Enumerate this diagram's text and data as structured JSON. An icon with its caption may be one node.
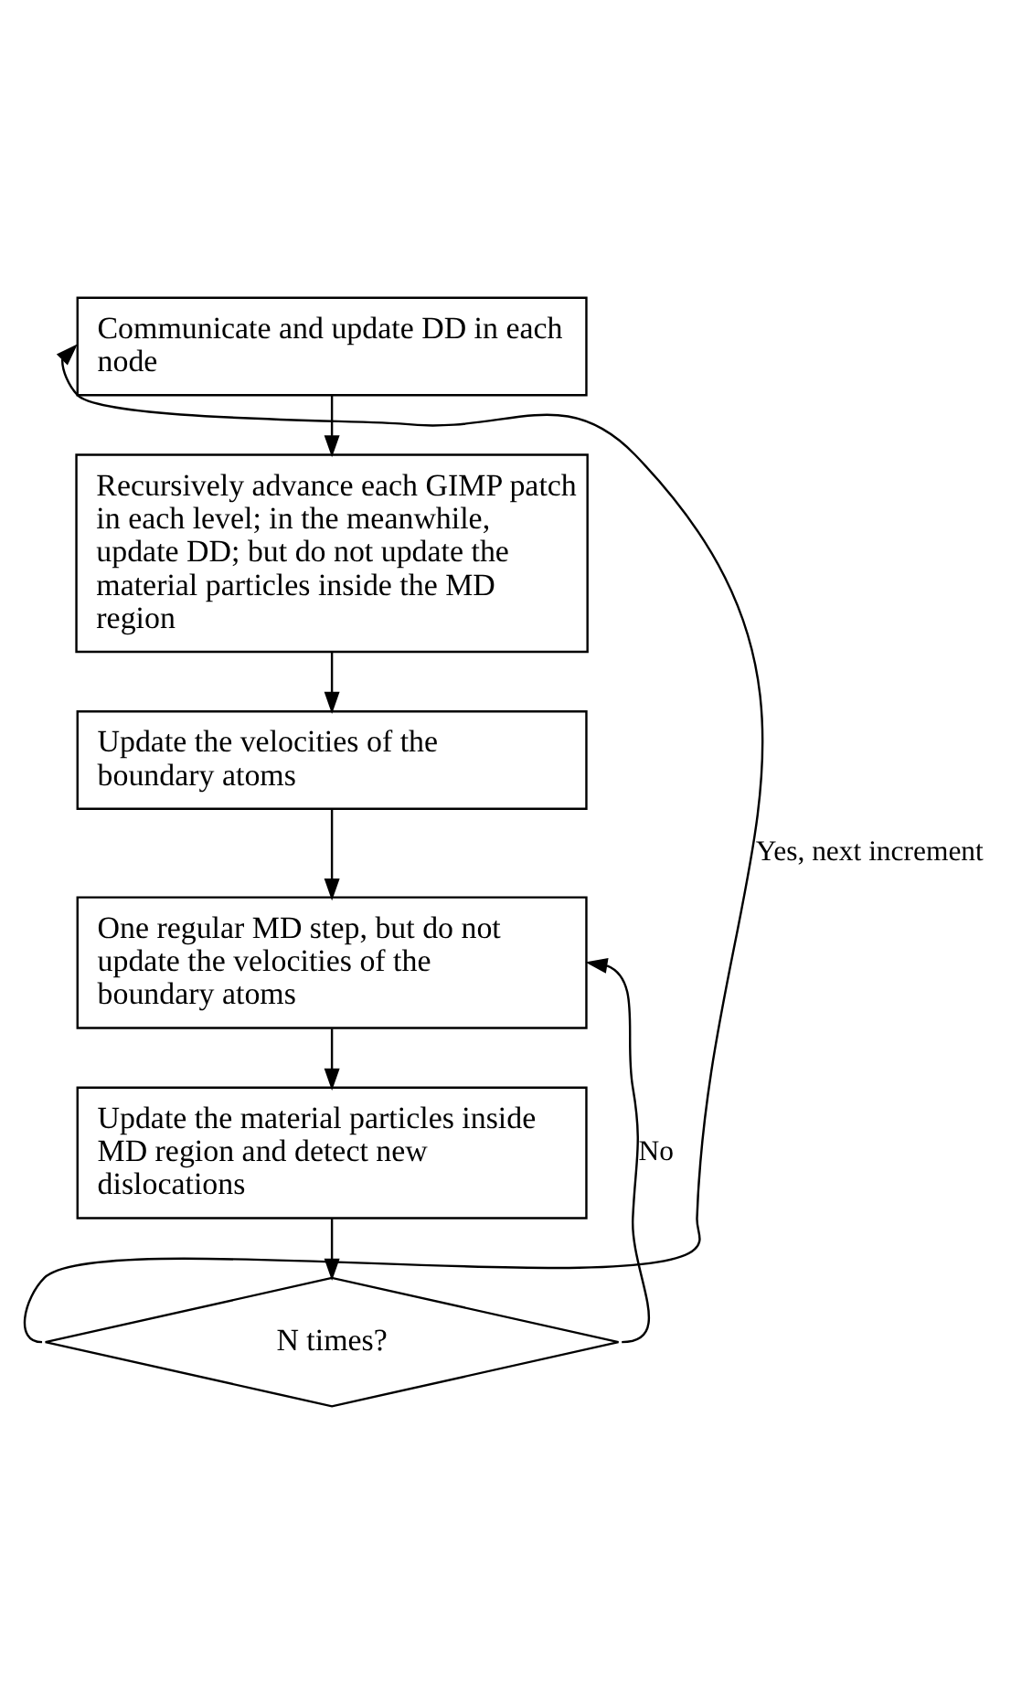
{
  "diagram": {
    "nodes": [
      {
        "text": [
          "Communicate and update DD in each node"
        ]
      },
      {
        "text": [
          "Recursively advance each GIMP patch in each level; in the meanwhile, update DD; but do not update the material particles inside the MD region"
        ]
      },
      {
        "text": [
          "Update the velocities of the boundary atoms"
        ]
      },
      {
        "text": [
          "One regular MD step, but do not update the velocities of the boundary atoms"
        ]
      },
      {
        "text": [
          "Update the material particles inside MD region and detect new dislocations"
        ]
      },
      {
        "text": [
          "N times?"
        ]
      }
    ],
    "edges": [
      {
        "from": 0,
        "to": 1,
        "arrow": "to"
      },
      {
        "from": 1,
        "to": 2,
        "arrow": "to"
      },
      {
        "from": 2,
        "to": 3,
        "arrow": "to"
      },
      {
        "from": 3,
        "to": 4,
        "arrow": "to"
      },
      {
        "from": 4,
        "to": 5,
        "arrow": "to"
      },
      {
        "from": 5,
        "to": 3,
        "arrow": "to",
        "label": "No"
      },
      {
        "from": 5,
        "to": 0,
        "arrow": "to",
        "label": "Yes, next increment"
      }
    ]
  }
}
